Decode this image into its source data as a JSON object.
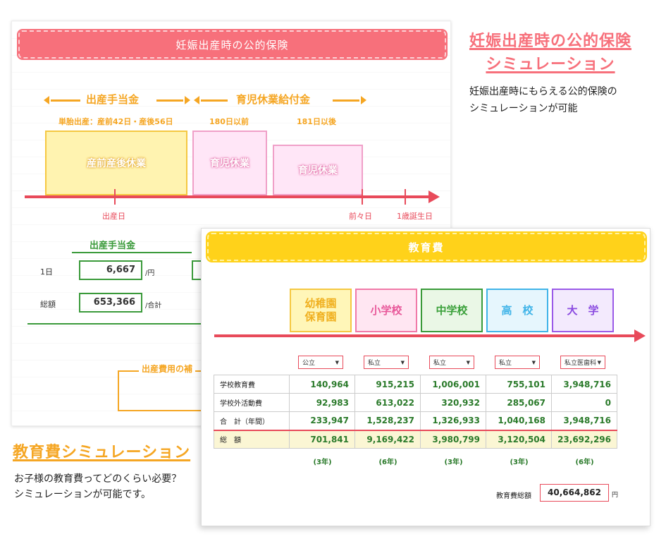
{
  "insurance_panel": {
    "header": "妊娠出産時の公的保険",
    "label_birth_allowance": "出産手当金",
    "label_childcare_benefit": "育児休業給付金",
    "note_birth": "単胎出産：産前42日・産後56日",
    "note_180": "180日以前",
    "note_181": "181日以後",
    "box_maternity": "産前産後休業",
    "box_childcare_1": "育児休業",
    "box_childcare_2": "育児休業",
    "date_birth": "出産日",
    "date_prev": "前々日",
    "date_first_birthday": "1歳誕生日",
    "subhead": "出産手当金",
    "row_day_label": "1日",
    "row_day_value": "6,667",
    "row_day_unit": "/円",
    "row_total_label": "総額",
    "row_total_value": "653,366",
    "row_total_unit": "/合計",
    "bracket_label": "出産費用の補"
  },
  "right_caption": {
    "title_line1": "妊娠出産時の公的保険",
    "title_line2": "シミュレーション",
    "desc_line1": "妊娠出産時にもらえる公的保険の",
    "desc_line2": "シミュレーションが可能"
  },
  "left_caption": {
    "title": "教育費シミュレーション",
    "desc_line1": "お子様の教育費ってどのくらい必要？",
    "desc_line2": "シミュレーションが可能です。"
  },
  "education_panel": {
    "header": "教育費",
    "stages": [
      {
        "line1": "幼稚園",
        "line2": "保育園",
        "border": "#f5c842",
        "bg": "#fff6b8",
        "text": "#f0b020"
      },
      {
        "line1": "小学校",
        "line2": "",
        "border": "#f07aa8",
        "bg": "#ffe6f2",
        "text": "#e8589a"
      },
      {
        "line1": "中学校",
        "line2": "",
        "border": "#3a9a3a",
        "bg": "#eaf7e6",
        "text": "#3aa03a"
      },
      {
        "line1": "高　校",
        "line2": "",
        "border": "#40b4e8",
        "bg": "#e6f6fd",
        "text": "#40b4e8"
      },
      {
        "line1": "大　学",
        "line2": "",
        "border": "#9a5ae8",
        "bg": "#f3eafd",
        "text": "#8a4ae0"
      }
    ],
    "selects": [
      "公立",
      "私立",
      "私立",
      "私立",
      "私立医歯科"
    ],
    "rows": [
      {
        "label": "学校教育費",
        "values": [
          "140,964",
          "915,215",
          "1,006,001",
          "755,101",
          "3,948,716"
        ]
      },
      {
        "label": "学校外活動費",
        "values": [
          "92,983",
          "613,022",
          "320,932",
          "285,067",
          "0"
        ]
      },
      {
        "label": "合　計（年間）",
        "values": [
          "233,947",
          "1,528,237",
          "1,326,933",
          "1,040,168",
          "3,948,716"
        ]
      }
    ],
    "total_row": {
      "label": "総　額",
      "values": [
        "701,841",
        "9,169,422",
        "3,980,799",
        "3,120,504",
        "23,692,296"
      ]
    },
    "years": [
      "(3年)",
      "(6年)",
      "(3年)",
      "(3年)",
      "(6年)"
    ],
    "grand_total_label": "教育費総額",
    "grand_total_value": "40,664,862",
    "grand_total_unit": "円"
  },
  "colors": {
    "pink_accent": "#f7707b",
    "yellow_accent": "#ffd21a",
    "orange_text": "#f5a623",
    "timeline_red": "#e84a5a",
    "value_green": "#2a7a2a"
  }
}
